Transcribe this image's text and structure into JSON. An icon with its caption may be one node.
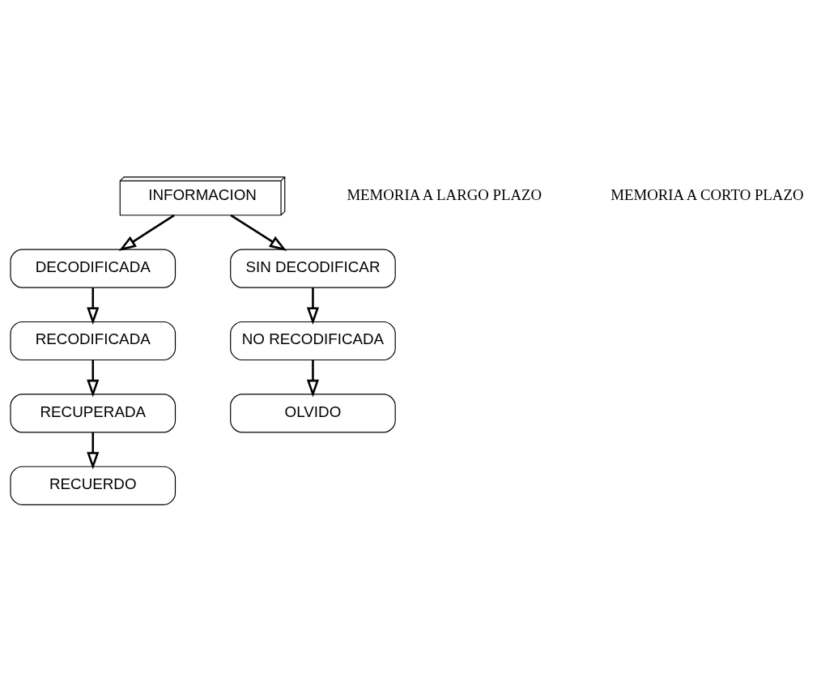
{
  "diagram": {
    "nodes": [
      {
        "text": [
          "INFORMACION"
        ]
      },
      {
        "text": [
          "DECODIFICADA"
        ]
      },
      {
        "text": [
          "RECODIFICADA"
        ]
      },
      {
        "text": [
          "RECUPERADA"
        ]
      },
      {
        "text": [
          "RECUERDO"
        ]
      },
      {
        "text": [
          "SIN DECODIFICAR"
        ]
      },
      {
        "text": [
          "NO RECODIFICADA"
        ]
      },
      {
        "text": [
          "OLVIDO"
        ]
      }
    ],
    "edges": [
      {
        "from": 0,
        "to": 1,
        "arrow": "to"
      },
      {
        "from": 1,
        "to": 2,
        "arrow": "to"
      },
      {
        "from": 2,
        "to": 3,
        "arrow": "to"
      },
      {
        "from": 3,
        "to": 4,
        "arrow": "to"
      },
      {
        "from": 0,
        "to": 5,
        "arrow": "to"
      },
      {
        "from": 5,
        "to": 6,
        "arrow": "to"
      },
      {
        "from": 6,
        "to": 7,
        "arrow": "to"
      }
    ],
    "labels": [
      "MEMORIA A LARGO PLAZO",
      "MEMORIA A CORTO PLAZO"
    ]
  }
}
